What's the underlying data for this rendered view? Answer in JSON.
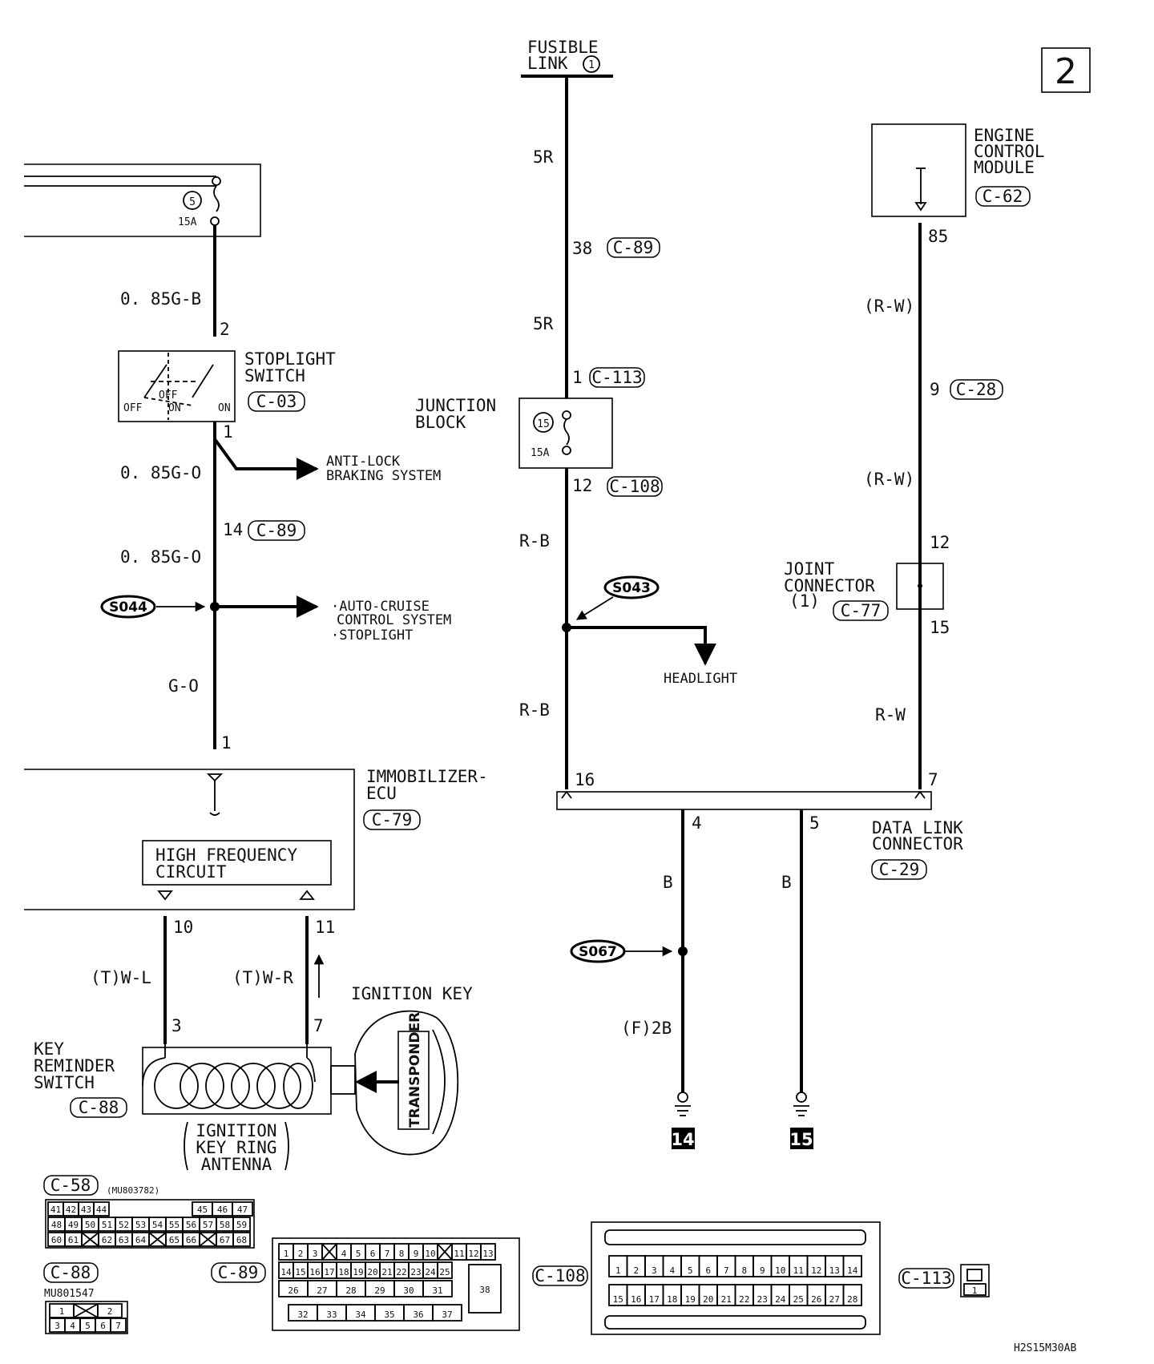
{
  "page_number": "2",
  "diagram_code": "H2S15M30AB",
  "fusible_link": {
    "line1": "FUSIBLE",
    "line2": "LINK",
    "num": "1"
  },
  "fuse_left": {
    "num": "5",
    "rating": "15A"
  },
  "fuse_jb": {
    "num": "15",
    "rating": "15A"
  },
  "wires": {
    "w_085gb": "0. 85G-B",
    "w_085go_1": "0. 85G-O",
    "w_085go_2": "0. 85G-O",
    "w_go": "G-O",
    "w_5r_1": "5R",
    "w_5r_2": "5R",
    "w_rb_1": "R-B",
    "w_rb_2": "R-B",
    "w_rw_1": "(R-W)",
    "w_rw_2": "(R-W)",
    "w_rw_3": "R-W",
    "w_b_1": "B",
    "w_b_2": "B",
    "w_2b": "(F)2B",
    "w_twl": "(T)W-L",
    "w_twr": "(T)W-R"
  },
  "pins": {
    "sl_2": "2",
    "sl_1": "1",
    "c89_14": "14",
    "immo_1": "1",
    "immo_10": "10",
    "immo_11": "11",
    "key_3": "3",
    "key_7": "7",
    "c89_38": "38",
    "c113_1": "1",
    "c108_12": "12",
    "dlc_16": "16",
    "dlc_4": "4",
    "dlc_5": "5",
    "dlc_7": "7",
    "ecm_85": "85",
    "c28_9": "9",
    "jc_12": "12",
    "jc_15": "15"
  },
  "connectors": {
    "c03": "C-03",
    "c89a": "C-89",
    "c89b": "C-89",
    "c79": "C-79",
    "c88a": "C-88",
    "c113a": "C-113",
    "c108a": "C-108",
    "c62": "C-62",
    "c28": "C-28",
    "c77": "C-77",
    "c29": "C-29",
    "c58": "C-58",
    "c88b": "C-88",
    "c89c": "C-89",
    "c108b": "C-108",
    "c113b": "C-113"
  },
  "part_numbers": {
    "c58": "(MU803782)",
    "c88": "MU801547"
  },
  "components": {
    "stoplight_1": "STOPLIGHT",
    "stoplight_2": "SWITCH",
    "sw_off1": "OFF",
    "sw_off2": "OFF",
    "sw_on1": "ON",
    "sw_on2": "ON",
    "junction_1": "JUNCTION",
    "junction_2": "BLOCK",
    "ecm_1": "ENGINE",
    "ecm_2": "CONTROL",
    "ecm_3": "MODULE",
    "joint_1": "JOINT",
    "joint_2": "CONNECTOR",
    "joint_3": "(1)",
    "immo_1": "IMMOBILIZER-",
    "immo_2": "ECU",
    "hf_1": "HIGH FREQUENCY",
    "hf_2": "CIRCUIT",
    "dlc_1": "DATA LINK",
    "dlc_2": "CONNECTOR",
    "key_sw_1": "KEY",
    "key_sw_2": "REMINDER",
    "key_sw_3": "SWITCH",
    "ant_1": "IGNITION",
    "ant_2": "KEY RING",
    "ant_3": "ANTENNA",
    "ign_key": "IGNITION KEY",
    "transponder": "TRANSPONDER"
  },
  "destinations": {
    "abs_1": "ANTI-LOCK",
    "abs_2": "BRAKING SYSTEM",
    "cruise_1": "·AUTO-CRUISE",
    "cruise_2": "CONTROL SYSTEM",
    "cruise_3": "·STOPLIGHT",
    "headlight": "HEADLIGHT"
  },
  "splices": {
    "s044": "S044",
    "s043": "S043",
    "s067": "S067"
  },
  "grounds": {
    "g14": "14",
    "g15": "15"
  },
  "connector_faces": {
    "c58_r1": [
      "41",
      "42",
      "43",
      "44",
      "",
      "45",
      "46",
      "47"
    ],
    "c58_r2": [
      "48",
      "49",
      "50",
      "51",
      "52",
      "53",
      "54",
      "55",
      "56",
      "57",
      "58",
      "59"
    ],
    "c58_r3": [
      "60",
      "61",
      "",
      "62",
      "63",
      "64",
      "",
      "65",
      "66",
      "",
      "67",
      "68"
    ],
    "c88_r1": [
      "1",
      "",
      "2"
    ],
    "c88_r2": [
      "3",
      "4",
      "5",
      "6",
      "7"
    ],
    "c108_r1": [
      "1",
      "2",
      "3",
      "",
      "4",
      "5",
      "6",
      "7",
      "8",
      "9",
      "10",
      "",
      "11",
      "12",
      "13"
    ],
    "c108_r2": [
      "14",
      "15",
      "16",
      "17",
      "18",
      "19",
      "20",
      "21",
      "22",
      "23",
      "24",
      "25"
    ],
    "c108_r3": [
      "26",
      "27",
      "28",
      "29",
      "30",
      "31"
    ],
    "c108_r4": [
      "32",
      "33",
      "34",
      "35",
      "36",
      "37"
    ],
    "c108_big": "38",
    "c113_r1": [
      "1",
      "2",
      "3",
      "4",
      "5",
      "6",
      "7",
      "8",
      "9",
      "10",
      "11",
      "12",
      "13",
      "14"
    ],
    "c113_r2": [
      "15",
      "16",
      "17",
      "18",
      "19",
      "20",
      "21",
      "22",
      "23",
      "24",
      "25",
      "26",
      "27",
      "28"
    ],
    "mini": "1"
  }
}
